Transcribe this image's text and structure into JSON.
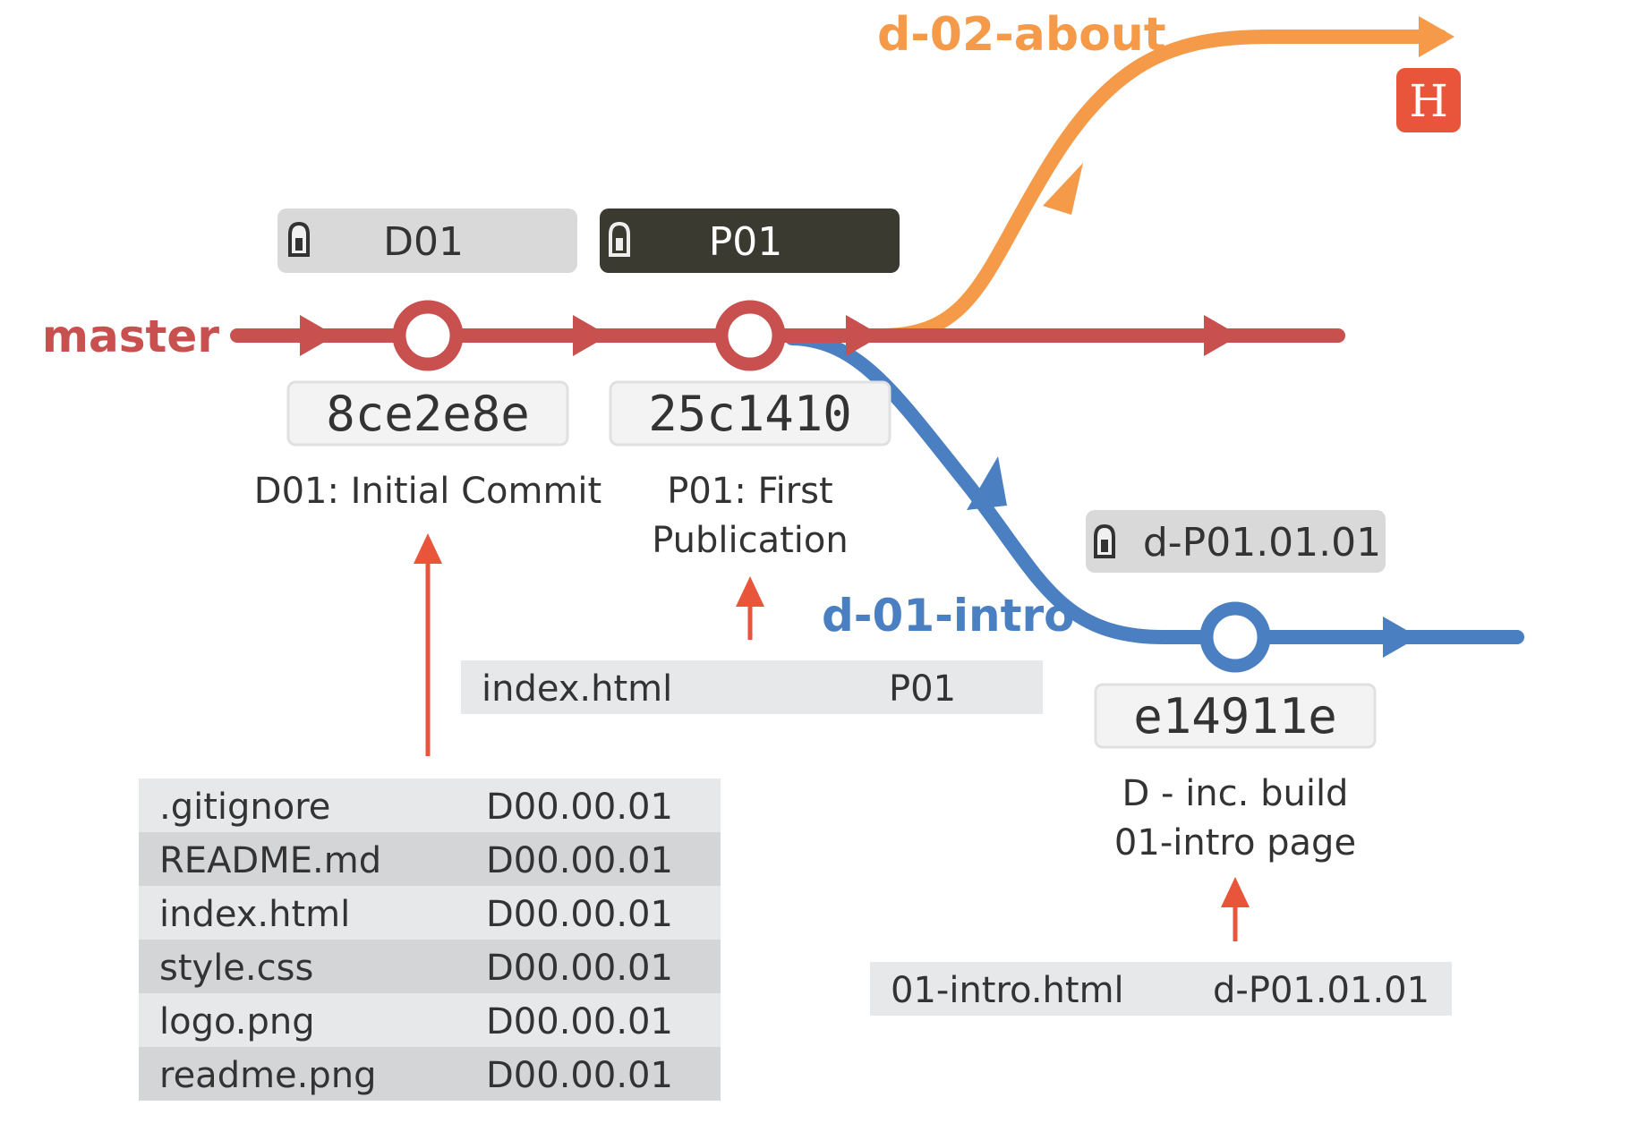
{
  "colors": {
    "master": "#c8504f",
    "intro": "#4a7fc1",
    "about": "#f59a48",
    "arrow": "#e8553a",
    "head_badge": "#e8553a",
    "tag_light": "#d9d9d9",
    "tag_dark": "#3b3a30",
    "table_light": "#e6e8e9",
    "table_dark": "#d3d5d7",
    "hash_box": "#f3f3f3"
  },
  "branches": {
    "master": "master",
    "intro": "d-01-intro",
    "about": "d-02-about"
  },
  "head": {
    "label": "H"
  },
  "tags": [
    {
      "label": "D01",
      "icon": "lock-icon",
      "style": "light"
    },
    {
      "label": "P01",
      "icon": "lock-icon",
      "style": "dark"
    },
    {
      "label": "d-P01.01.01",
      "icon": "lock-icon",
      "style": "light"
    }
  ],
  "commits": [
    {
      "hash": "8ce2e8e",
      "message": [
        "D01: Initial Commit"
      ],
      "branch": "master"
    },
    {
      "hash": "25c1410",
      "message": [
        "P01: First",
        "Publication"
      ],
      "branch": "master"
    },
    {
      "hash": "e14911e",
      "message": [
        "D - inc. build",
        "01-intro page"
      ],
      "branch": "d-01-intro"
    }
  ],
  "file_tables": [
    {
      "commit": "8ce2e8e",
      "rows": [
        {
          "file": ".gitignore",
          "version": "D00.00.01"
        },
        {
          "file": "README.md",
          "version": "D00.00.01"
        },
        {
          "file": "index.html",
          "version": "D00.00.01"
        },
        {
          "file": "style.css",
          "version": "D00.00.01"
        },
        {
          "file": "logo.png",
          "version": "D00.00.01"
        },
        {
          "file": "readme.png",
          "version": "D00.00.01"
        }
      ]
    },
    {
      "commit": "25c1410",
      "rows": [
        {
          "file": "index.html",
          "version": "P01"
        }
      ]
    },
    {
      "commit": "e14911e",
      "rows": [
        {
          "file": "01-intro.html",
          "version": "d-P01.01.01"
        }
      ]
    }
  ]
}
